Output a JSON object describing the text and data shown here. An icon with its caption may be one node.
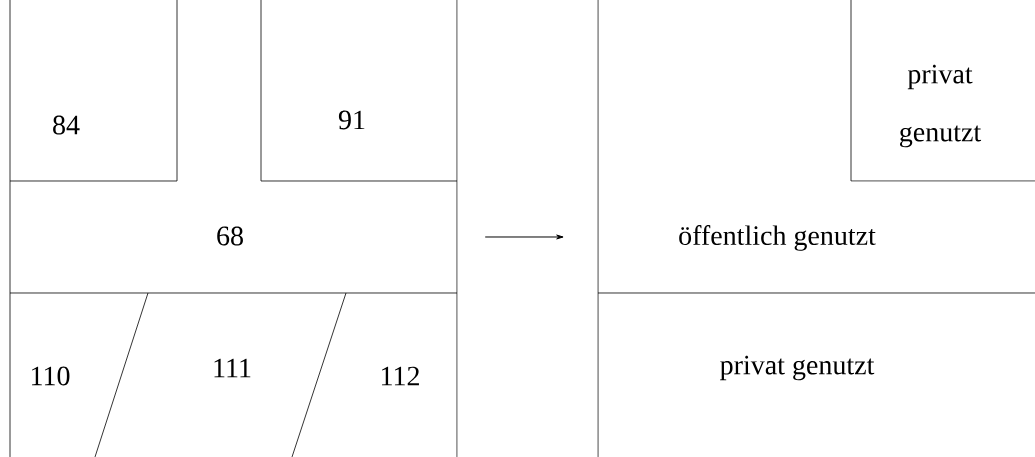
{
  "diagram": {
    "nodes": [
      {
        "text": [],
        "shape": "box"
      },
      {
        "text": [
          "84"
        ],
        "in": 0
      },
      {
        "text": [
          "91"
        ],
        "in": 0
      },
      {
        "text": [
          "68"
        ],
        "in": 0
      },
      {
        "text": [
          "110"
        ],
        "in": 0
      },
      {
        "text": [
          "111"
        ],
        "in": 0
      },
      {
        "text": [
          "112"
        ],
        "in": 0
      },
      {
        "text": [],
        "shape": "box"
      },
      {
        "text": [
          "privat genutzt"
        ],
        "in": 7
      },
      {
        "text": [
          "öffentlich genutzt"
        ],
        "in": 7
      },
      {
        "text": [
          "privat genutzt"
        ],
        "in": 7
      }
    ],
    "edges": [
      {
        "from": 0,
        "to": 7,
        "arrow": "to"
      }
    ]
  }
}
